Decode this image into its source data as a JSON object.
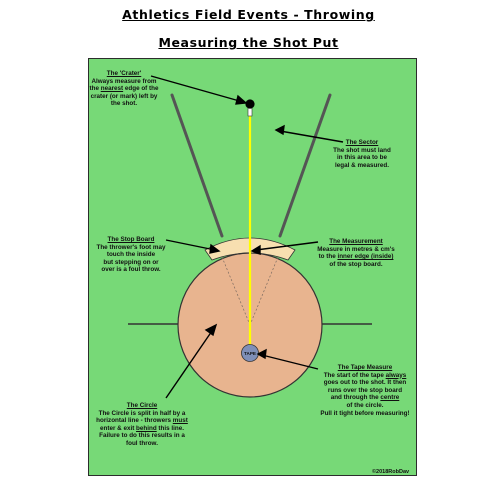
{
  "header": {
    "title": "Athletics Field Events - Throwing",
    "subtitle": "Measuring the Shot Put"
  },
  "labels": {
    "crater": {
      "heading": "The 'Crater'",
      "line1": "Always measure from",
      "line2_a": "the ",
      "line2_u": "nearest",
      "line2_b": " edge of the",
      "line3": "crater (or mark) left by",
      "line4": "the shot."
    },
    "sector": {
      "heading": "The Sector",
      "line1": "The shot must land",
      "line2": "in this area to be",
      "line3": "legal & measured."
    },
    "stop_board": {
      "heading": "The Stop Board",
      "line1": "The thrower's foot may",
      "line2": "touch the inside",
      "line3": "but stepping on or",
      "line4": "over is a foul throw."
    },
    "measurement": {
      "heading": "The Measurement",
      "line1": "Measure in metres & cm's",
      "line2_a": "to the ",
      "line2_u": "inner edge (inside)",
      "line3": "of the stop board."
    },
    "tape_measure": {
      "heading": "The Tape Measure",
      "line1_a": "The start of the tape ",
      "line1_u": "always",
      "line2": "goes out to the shot.  It then",
      "line3": "runs over the stop board",
      "line4_a": "and through the ",
      "line4_u": "centre",
      "line5": "of the circle.",
      "line6": "Pull it tight before measuring!"
    },
    "circle": {
      "heading": "The Circle",
      "line1": "The Circle is split in half by a",
      "line2_a": "horizontal line - throwers ",
      "line2_u": "must",
      "line3_a": "enter & exit ",
      "line3_u": "behind",
      "line3_b": " this line.",
      "line4": "Failure to do this results in a",
      "line5": "foul throw."
    },
    "tape_badge": "TAPE"
  },
  "footer": {
    "copyright": "©2018RobDav"
  },
  "colors": {
    "field": "#77d977",
    "circle": "#e8b48f",
    "stop_board": "#f7dfb0",
    "tape": "#ffff00",
    "tape_badge": "#7f8fb8",
    "sector_lines": "#555555"
  }
}
